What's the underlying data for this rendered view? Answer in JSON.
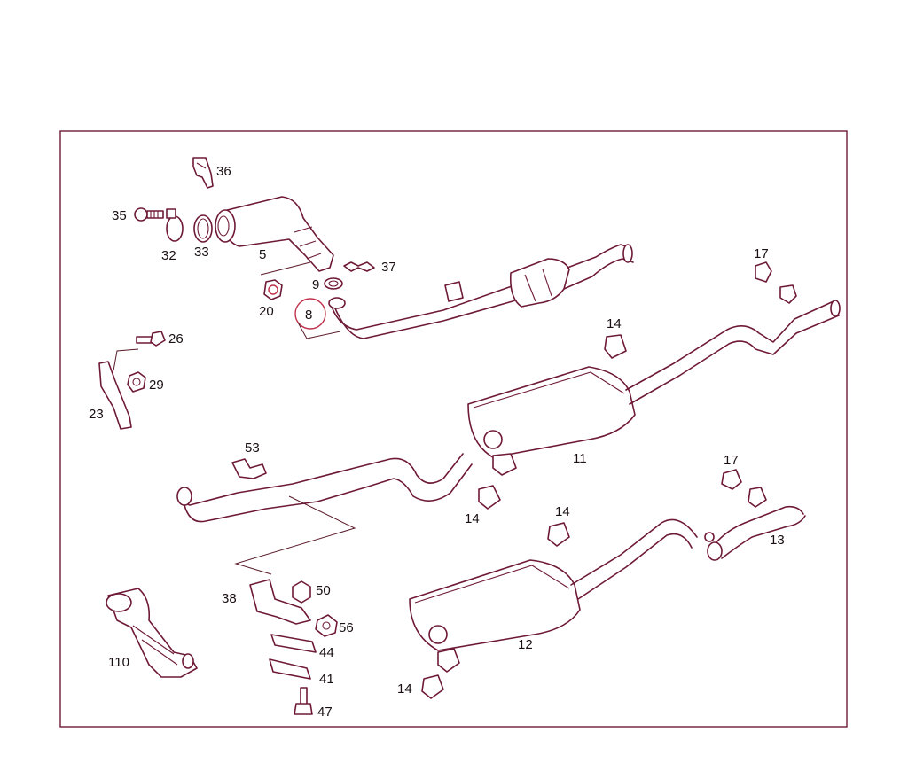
{
  "diagram": {
    "colors": {
      "line": "#6e1a36",
      "text": "#1a0f12",
      "highlight": "#c0304a",
      "frame": "#6e1a36"
    },
    "labels": {
      "p36": "36",
      "p35": "35",
      "p32": "32",
      "p33": "33",
      "p5": "5",
      "p37": "37",
      "p9": "9",
      "p20": "20",
      "p8": "8",
      "p17a": "17",
      "p26": "26",
      "p29": "29",
      "p23": "23",
      "p14a": "14",
      "p11": "11",
      "p53": "53",
      "p14b": "14",
      "p17b": "17",
      "p14c": "14",
      "p13": "13",
      "p38": "38",
      "p50": "50",
      "p56": "56",
      "p110": "110",
      "p44": "44",
      "p41": "41",
      "p12": "12",
      "p14d": "14",
      "p47": "47"
    }
  }
}
